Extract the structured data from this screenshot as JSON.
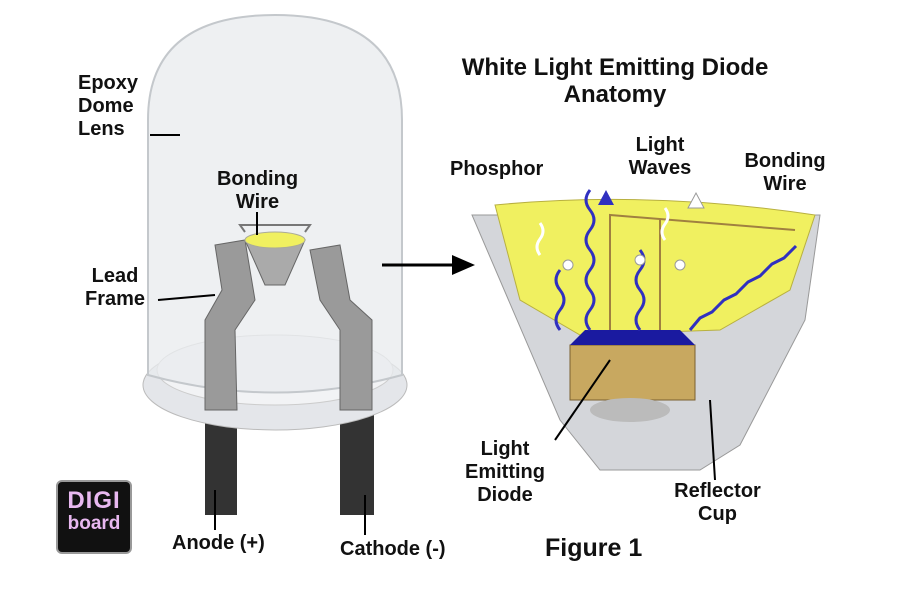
{
  "title": {
    "line1": "White Light Emitting Diode",
    "line2": "Anatomy"
  },
  "labels": {
    "epoxy": [
      "Epoxy",
      "Dome",
      "Lens"
    ],
    "bonding_left": [
      "Bonding",
      "Wire"
    ],
    "lead_frame": [
      "Lead",
      "Frame"
    ],
    "phosphor": "Phosphor",
    "light_waves": [
      "Light",
      "Waves"
    ],
    "bonding_right": [
      "Bonding",
      "Wire"
    ],
    "led": [
      "Light",
      "Emitting",
      "Diode"
    ],
    "reflector": [
      "Reflector",
      "Cup"
    ],
    "anode": "Anode (+)",
    "cathode": "Cathode (-)"
  },
  "figure_label": "Figure 1",
  "logo": {
    "line1": "DIGI",
    "line2": "board"
  },
  "colors": {
    "phosphor": "#f0f060",
    "die_top": "#1a1aa0",
    "die_body": "#c8a860",
    "wave": "#3030c0"
  }
}
